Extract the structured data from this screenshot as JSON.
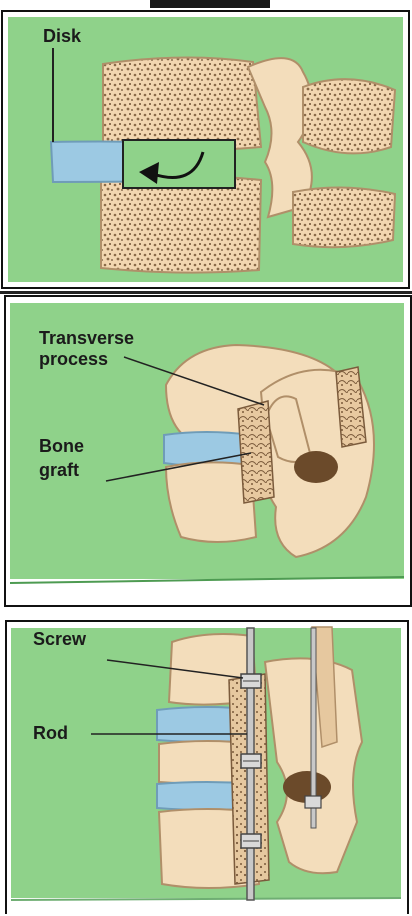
{
  "panels": [
    {
      "labels": {
        "disk": "Disk"
      }
    },
    {
      "labels": {
        "transverse_line1": "Transverse",
        "transverse_line2": "process",
        "bone_line1": "Bone",
        "bone_line2": "graft"
      }
    },
    {
      "labels": {
        "screw": "Screw",
        "rod": "Rod"
      }
    }
  ],
  "colors": {
    "background_green": "#8fd28a",
    "bone_tan": "#f3ddbb",
    "bone_shadow": "#c9a77d",
    "disk_blue": "#9cc9e3",
    "label_text": "#1b1b1b",
    "frame": "#111111"
  }
}
